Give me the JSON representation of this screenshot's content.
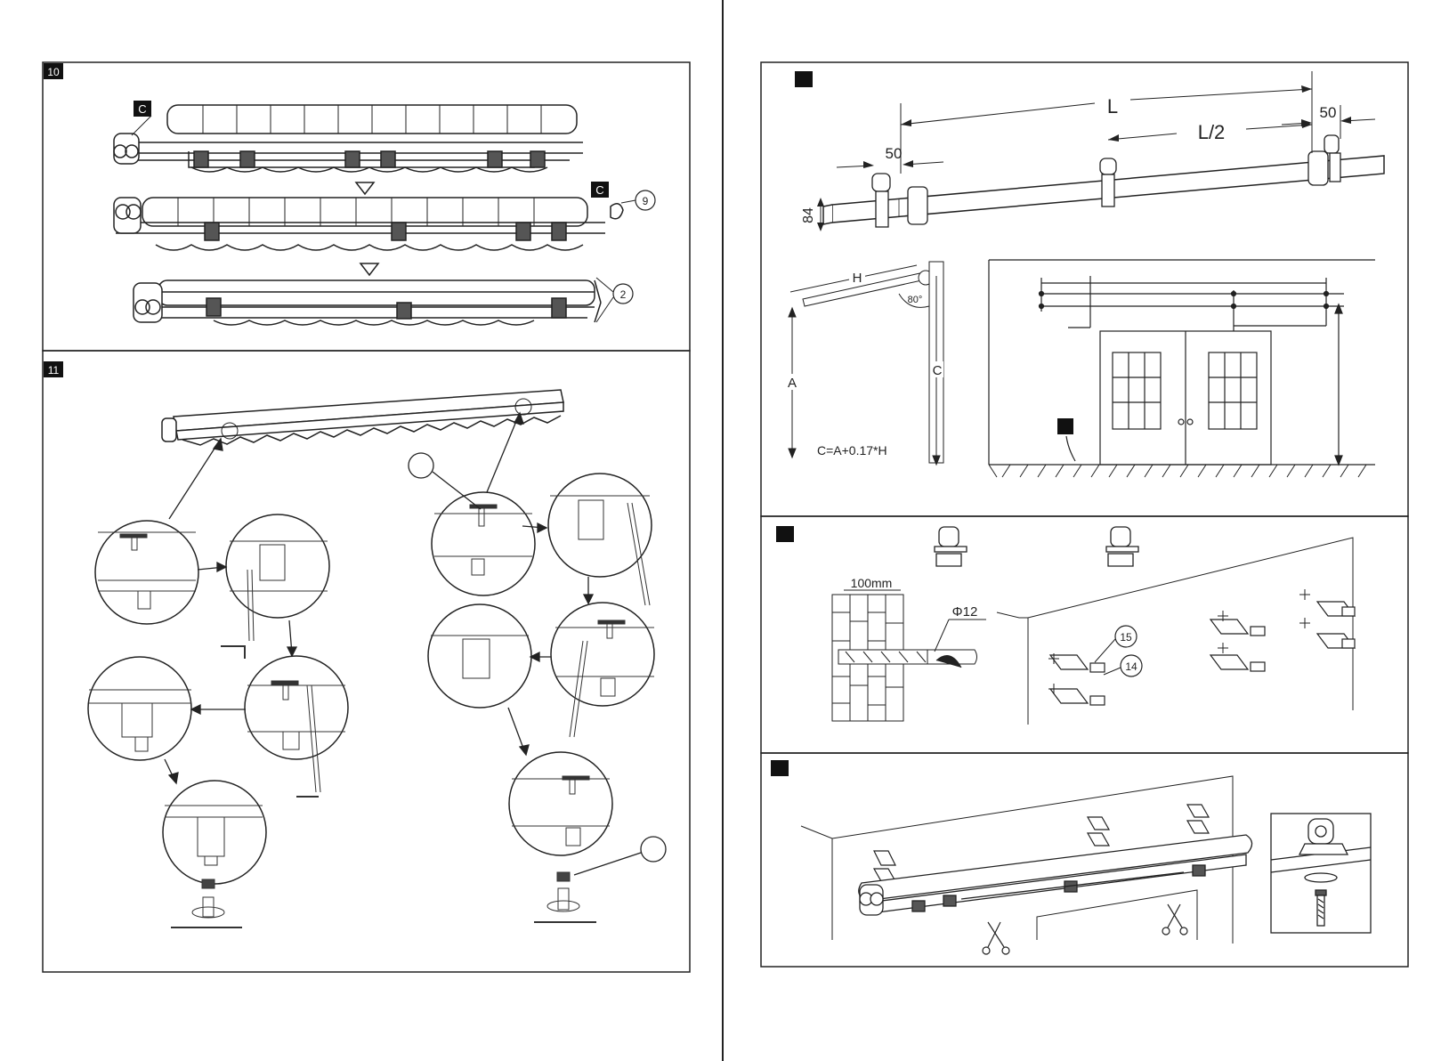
{
  "left_page": {
    "step10": {
      "number": "10",
      "callout_c_top": "C",
      "callout_c_middle": "C",
      "part_9": "9",
      "part_2": "2"
    },
    "step11": {
      "number": "11"
    }
  },
  "right_page": {
    "step_brackets": {
      "dim_L": "L",
      "dim_L_half": "L/2",
      "dim_50_left": "50",
      "dim_50_right": "50",
      "dim_84": "84"
    },
    "step_height": {
      "label_H": "H",
      "label_angle": "80°",
      "label_A": "A",
      "label_C": "C",
      "formula": "C=A+0.17*H"
    },
    "step_drill": {
      "dim_100mm": "100mm",
      "dim_phi12": "Φ12",
      "part_15": "15",
      "part_14": "14"
    }
  }
}
